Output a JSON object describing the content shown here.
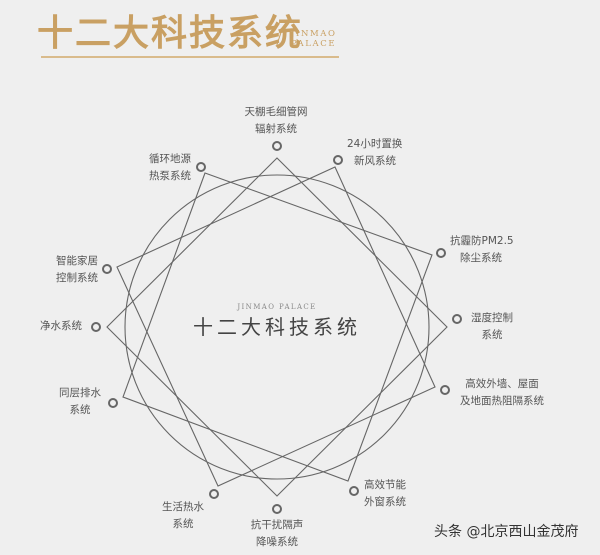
{
  "header": {
    "title": "十二大科技系统",
    "brand_line1": "JINMAO",
    "brand_line2": "PALACE"
  },
  "center": {
    "brand": "JINMAO PALACE",
    "title": "十二大科技系统"
  },
  "systems": [
    {
      "line1": "天棚毛细管网",
      "line2": "辐射系统"
    },
    {
      "line1": "24小时置换",
      "line2": "新风系统"
    },
    {
      "line1": "抗霾防PM2.5",
      "line2": "除尘系统"
    },
    {
      "line1": "湿度控制",
      "line2": "系统"
    },
    {
      "line1": "高效外墙、屋面",
      "line2": "及地面热阻隔系统"
    },
    {
      "line1": "高效节能",
      "line2": "外窗系统"
    },
    {
      "line1": "抗干扰隔声",
      "line2": "降噪系统"
    },
    {
      "line1": "生活热水",
      "line2": "系统"
    },
    {
      "line1": "同层排水",
      "line2": "系统"
    },
    {
      "line1": "净水系统",
      "line2": ""
    },
    {
      "line1": "智能家居",
      "line2": "控制系统"
    },
    {
      "line1": "循环地源",
      "line2": "热泵系统"
    }
  ],
  "watermark": "头条 @北京西山金茂府",
  "colors": {
    "accent_gold": "#c9a063",
    "line_gray": "#666666",
    "background": "#efefef"
  }
}
